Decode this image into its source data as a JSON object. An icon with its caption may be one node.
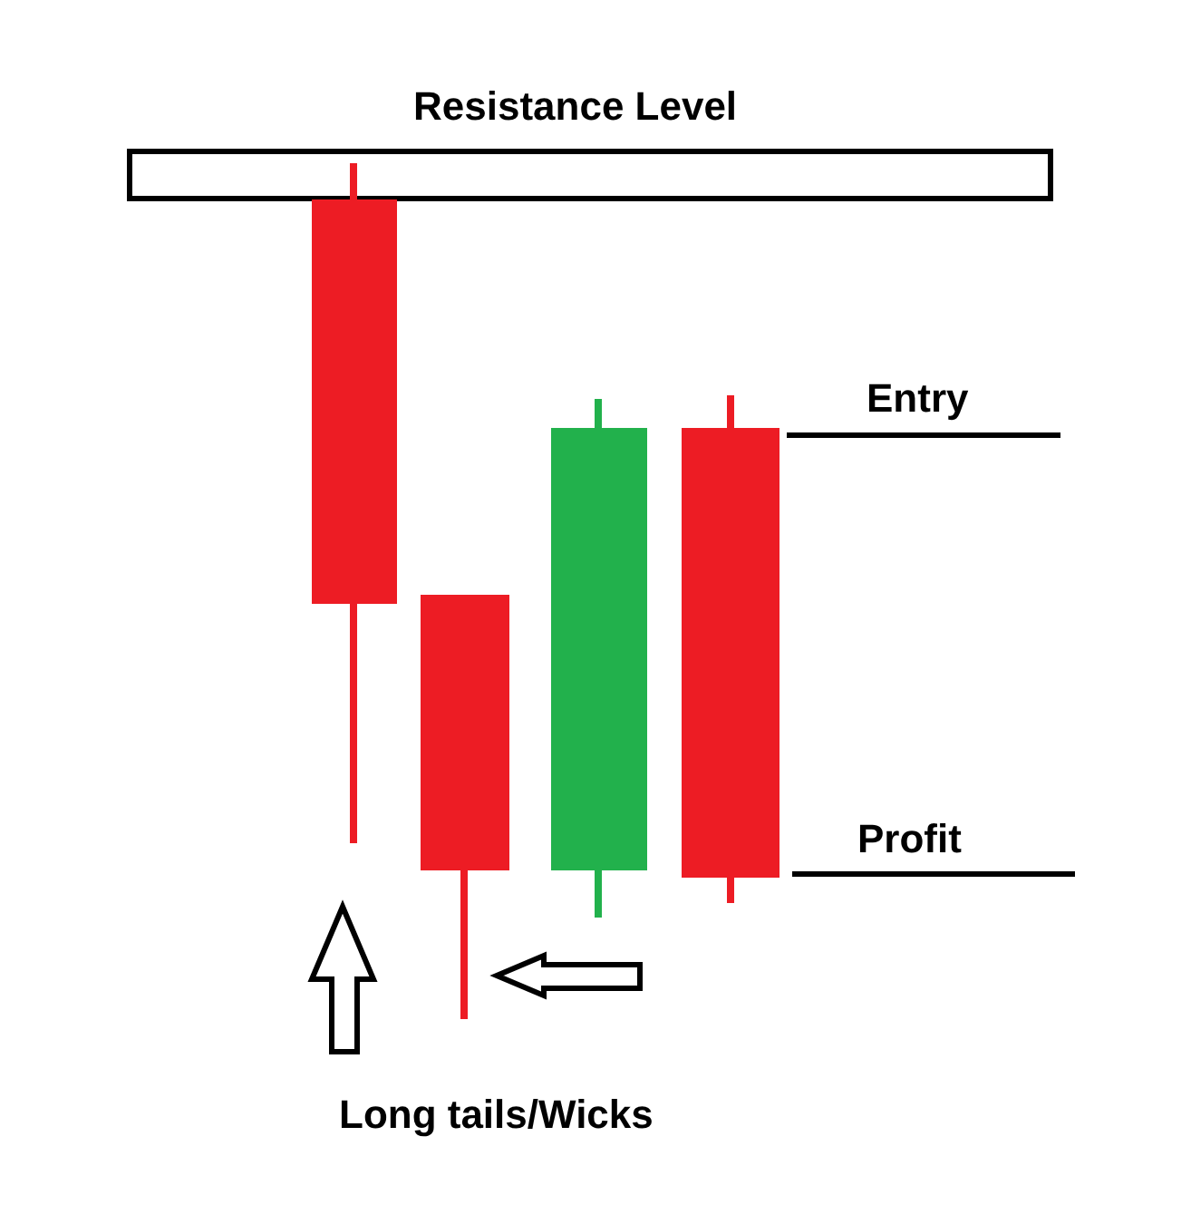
{
  "diagram": {
    "nodes": [
      {
        "text": [
          "Resistance Level"
        ]
      }
    ],
    "labels": [
      "Entry",
      "Profit",
      "Long tails/Wicks"
    ]
  }
}
